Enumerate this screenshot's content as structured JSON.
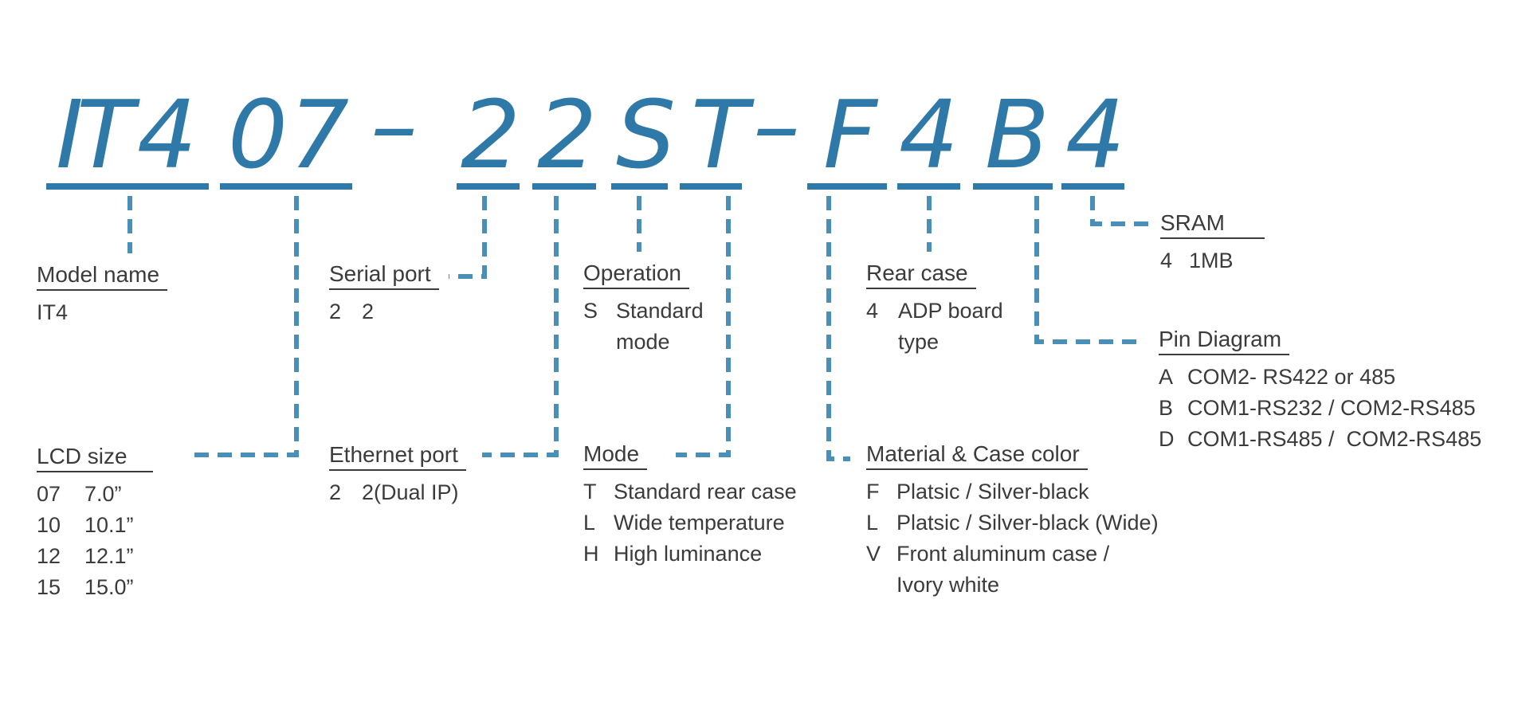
{
  "code": {
    "chars": [
      "I",
      "T",
      "4",
      "0",
      "7",
      "–",
      "2",
      "2",
      "S",
      "T",
      "–",
      "F",
      "4",
      "B",
      "4"
    ]
  },
  "sections": {
    "model_name": {
      "title": "Model name",
      "options": [
        {
          "key": "IT4",
          "value": ""
        }
      ]
    },
    "lcd_size": {
      "title": "LCD size",
      "options": [
        {
          "key": "07",
          "value": "7.0”"
        },
        {
          "key": "10",
          "value": "10.1”"
        },
        {
          "key": "12",
          "value": "12.1”"
        },
        {
          "key": "15",
          "value": "15.0”"
        }
      ]
    },
    "serial_port": {
      "title": "Serial port",
      "options": [
        {
          "key": "2",
          "value": "2"
        }
      ]
    },
    "ethernet_port": {
      "title": "Ethernet port",
      "options": [
        {
          "key": "2",
          "value": "2(Dual IP)"
        }
      ]
    },
    "operation": {
      "title": "Operation",
      "options": [
        {
          "key": "S",
          "value": "Standard\nmode"
        }
      ]
    },
    "mode": {
      "title": "Mode",
      "options": [
        {
          "key": "T",
          "value": "Standard rear case"
        },
        {
          "key": "L",
          "value": "Wide temperature"
        },
        {
          "key": "H",
          "value": "High luminance"
        }
      ]
    },
    "material_color": {
      "title": "Material & Case color",
      "options": [
        {
          "key": "F",
          "value": "Platsic / Silver-black"
        },
        {
          "key": "L",
          "value": "Platsic / Silver-black (Wide)"
        },
        {
          "key": "V",
          "value": "Front aluminum case /\nIvory white"
        }
      ]
    },
    "rear_case": {
      "title": "Rear case",
      "options": [
        {
          "key": "4",
          "value": "ADP board\ntype"
        }
      ]
    },
    "sram": {
      "title": "SRAM",
      "options": [
        {
          "key": "4",
          "value": "1MB"
        }
      ]
    },
    "pin_diagram": {
      "title": "Pin Diagram",
      "options": [
        {
          "key": "A",
          "value": "COM2- RS422 or 485"
        },
        {
          "key": "B",
          "value": "COM1-RS232 / COM2-RS485"
        },
        {
          "key": "D",
          "value": "COM1-RS485 /  COM2-RS485"
        }
      ]
    }
  },
  "colors": {
    "code": "#2e79a8",
    "underline": "#2e79a8",
    "connector": "#4a8fb8",
    "text": "#3b3b3b"
  }
}
